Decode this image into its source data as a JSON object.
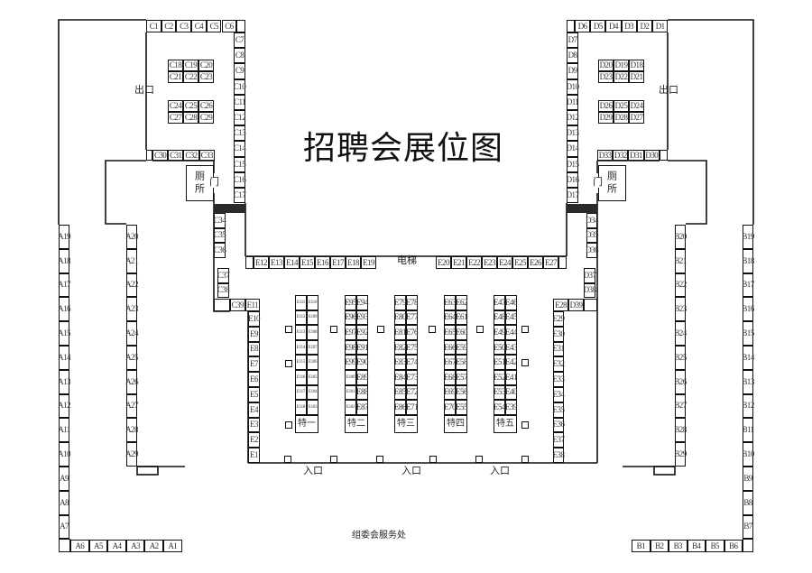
{
  "title": "招聘会展位图",
  "labels": {
    "exit_left": "出口",
    "exit_right": "出口",
    "toilet_left": [
      "厕",
      "所"
    ],
    "toilet_right": [
      "厕",
      "所"
    ],
    "door_left": "门",
    "door_right": "门",
    "elevator": "电梯",
    "entrances": [
      "入口",
      "入口",
      "入口"
    ],
    "service_desk": "组委会服务处"
  },
  "booths": {
    "c_top": [
      "C1",
      "C2",
      "C3",
      "C4",
      "C5",
      "C6"
    ],
    "c_right": [
      "C7",
      "C8",
      "C9",
      "C10",
      "C11",
      "C12",
      "C13",
      "C14",
      "C15",
      "C16",
      "C17"
    ],
    "c_block1": [
      "C18",
      "C19",
      "C20",
      "C21",
      "C22",
      "C23"
    ],
    "c_block2": [
      "C24",
      "C25",
      "C26",
      "C27",
      "C28",
      "C29"
    ],
    "c_bottom": [
      "C30",
      "C31",
      "C32",
      "C33"
    ],
    "c_lower1": [
      "C34",
      "C35",
      "C36"
    ],
    "c_lower2": [
      "C37",
      "C38"
    ],
    "c_row_c39": [
      "C39",
      "E11"
    ],
    "e_top_left": [
      "E12",
      "E13",
      "E14",
      "E15",
      "E16",
      "E17",
      "E18",
      "E19"
    ],
    "e_top_right": [
      "E20",
      "E21",
      "E22",
      "E23",
      "E24",
      "E25",
      "E26",
      "E27"
    ],
    "e_left": [
      "E10",
      "E9",
      "E8",
      "E7",
      "E6",
      "E5",
      "E4",
      "E3",
      "E2",
      "E1"
    ],
    "e_right_row": [
      "E28",
      "D39"
    ],
    "e_right": [
      "E29",
      "E30",
      "E31",
      "E32",
      "E33",
      "E34",
      "E35",
      "E36",
      "E37",
      "E38"
    ],
    "d_top": [
      "D6",
      "D5",
      "D4",
      "D3",
      "D2",
      "D1"
    ],
    "d_left": [
      "D7",
      "D8",
      "D9",
      "D10",
      "D11",
      "D12",
      "D13",
      "D14",
      "D15",
      "D16",
      "D17"
    ],
    "d_block1": [
      "D20",
      "D19",
      "D18",
      "D23",
      "D22",
      "D21"
    ],
    "d_block2": [
      "D26",
      "D25",
      "D24",
      "D29",
      "D28",
      "D27"
    ],
    "d_bottom": [
      "D33",
      "D32",
      "D31",
      "D30"
    ],
    "d_lower1": [
      "D34",
      "D35",
      "D36"
    ],
    "d_lower2": [
      "D37",
      "D38"
    ],
    "a_outer": [
      "A19",
      "A18",
      "A17",
      "A16",
      "A15",
      "A14",
      "A13",
      "A12",
      "A11",
      "A10",
      "A9",
      "A8",
      "A7"
    ],
    "a_bottom": [
      "A6",
      "A5",
      "A4",
      "A3",
      "A2",
      "A1"
    ],
    "a_inner": [
      "A20",
      "A21",
      "A22",
      "A23",
      "A24",
      "A25",
      "A26",
      "A27",
      "A28",
      "A29"
    ],
    "b_outer": [
      "B19",
      "B18",
      "B17",
      "B16",
      "B15",
      "B14",
      "B13",
      "B12",
      "B11",
      "B10",
      "B9",
      "B8",
      "B7"
    ],
    "b_bottom": [
      "B1",
      "B2",
      "B3",
      "B4",
      "B5",
      "B6"
    ],
    "b_inner": [
      "B20",
      "B21",
      "B22",
      "B23",
      "B24",
      "B25",
      "B26",
      "B27",
      "B28",
      "B29"
    ]
  },
  "islands": [
    {
      "left": [
        "E111",
        "E112",
        "E113",
        "E114",
        "E115",
        "E116",
        "E117",
        "E118"
      ],
      "right": [
        "E110",
        "E109",
        "E108",
        "E107",
        "E106",
        "E105",
        "E104",
        "E103"
      ],
      "special": "特一"
    },
    {
      "left": [
        "E95",
        "E96",
        "E97",
        "E98",
        "E99",
        "E100",
        "E101",
        "E102"
      ],
      "right": [
        "E94",
        "E93",
        "E92",
        "E91",
        "E90",
        "E89",
        "E88",
        "E87"
      ],
      "special": "特二"
    },
    {
      "left": [
        "E79",
        "E80",
        "E81",
        "E82",
        "E83",
        "E84",
        "E85",
        "E86"
      ],
      "right": [
        "E78",
        "E77",
        "E76",
        "E75",
        "E74",
        "E73",
        "E72",
        "E71"
      ],
      "special": "特三"
    },
    {
      "left": [
        "E63",
        "E64",
        "E65",
        "E66",
        "E67",
        "E68",
        "E69",
        "E70"
      ],
      "right": [
        "E62",
        "E61",
        "E60",
        "E59",
        "E58",
        "E57",
        "E56",
        "E55"
      ],
      "special": "特四"
    },
    {
      "left": [
        "E47",
        "E48",
        "E49",
        "E50",
        "E51",
        "E52",
        "E53",
        "E54"
      ],
      "right": [
        "E46",
        "E45",
        "E44",
        "E43",
        "E42",
        "E41",
        "E40",
        "E39"
      ],
      "special": "特五"
    }
  ]
}
